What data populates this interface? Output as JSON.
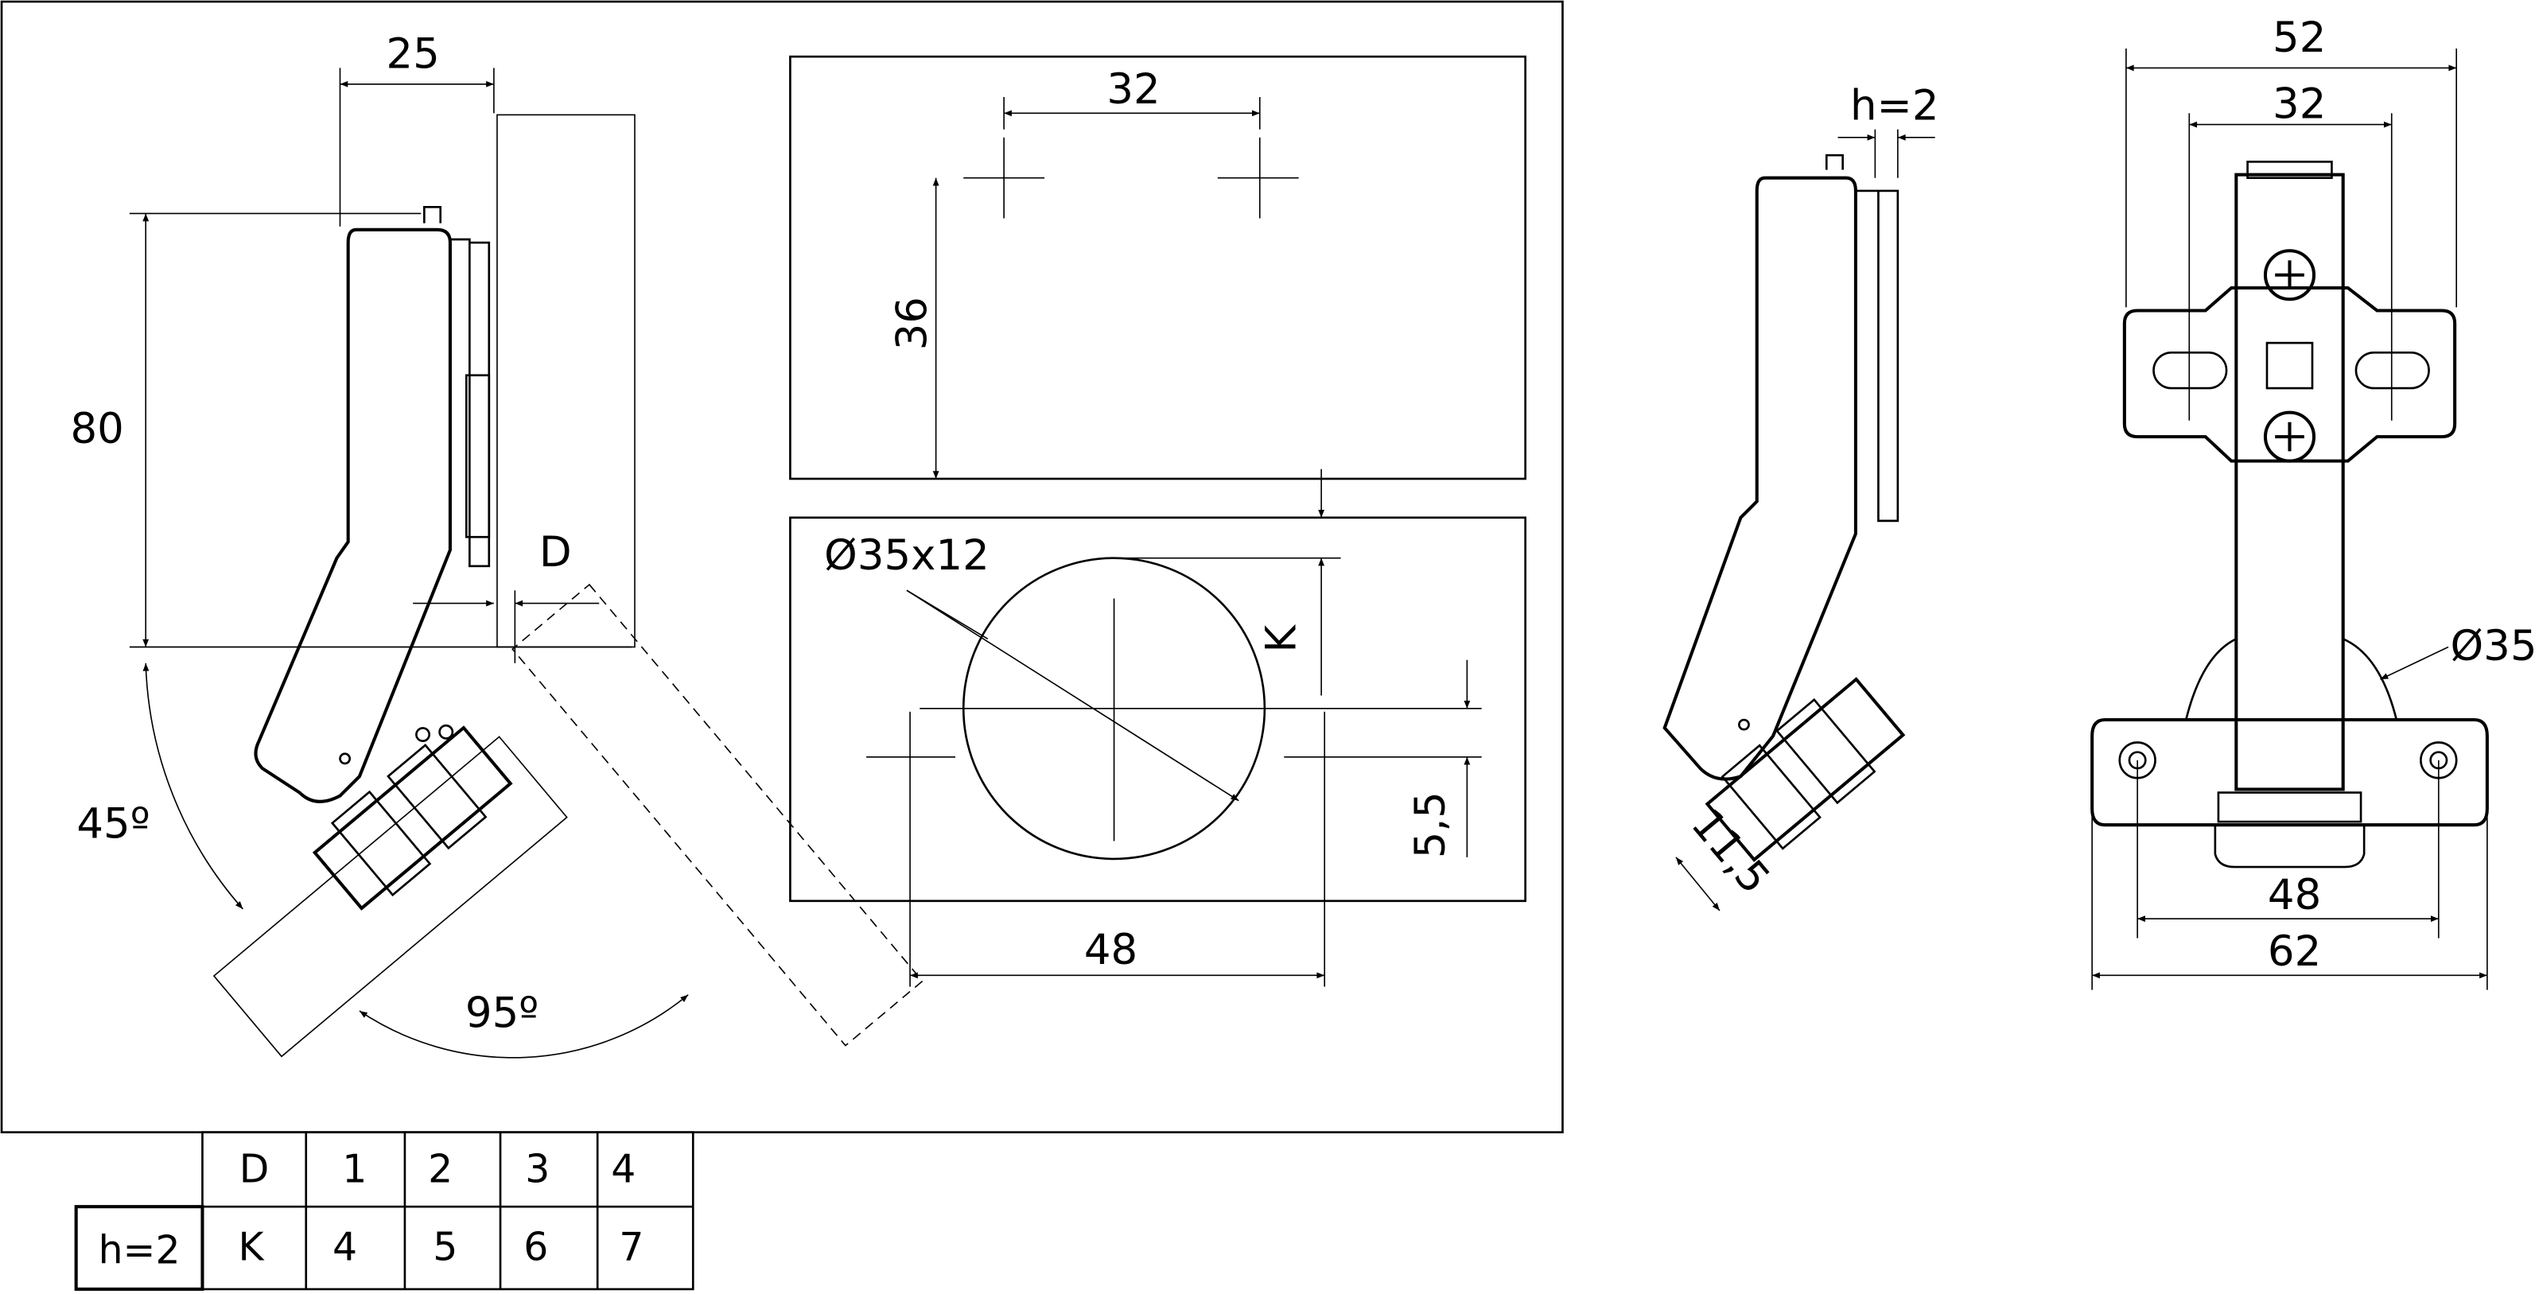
{
  "side_view": {
    "dim_width": "25",
    "dim_height": "80",
    "dim_overlay": "D",
    "angle_mount": "45º",
    "angle_open": "95º"
  },
  "drilling_plan": {
    "dim_screw_spacing": "32",
    "dim_screw_offset": "36",
    "dim_cup": "Ø35x12",
    "dim_k": "K",
    "dim_plate_offset": "5,5",
    "dim_plate_spacing": "48"
  },
  "profile_view": {
    "dim_h": "h=2",
    "dim_depth": "11,5"
  },
  "front_view": {
    "dim_arm_width": "52",
    "dim_arm_holes": "32",
    "dim_cup_diameter": "Ø35",
    "dim_plate_holes": "48",
    "dim_plate_width": "62"
  },
  "table": {
    "label": "h=2",
    "rows": [
      {
        "header": "D",
        "values": [
          "1",
          "2",
          "3",
          "4"
        ]
      },
      {
        "header": "K",
        "values": [
          "4",
          "5",
          "6",
          "7"
        ]
      }
    ]
  }
}
